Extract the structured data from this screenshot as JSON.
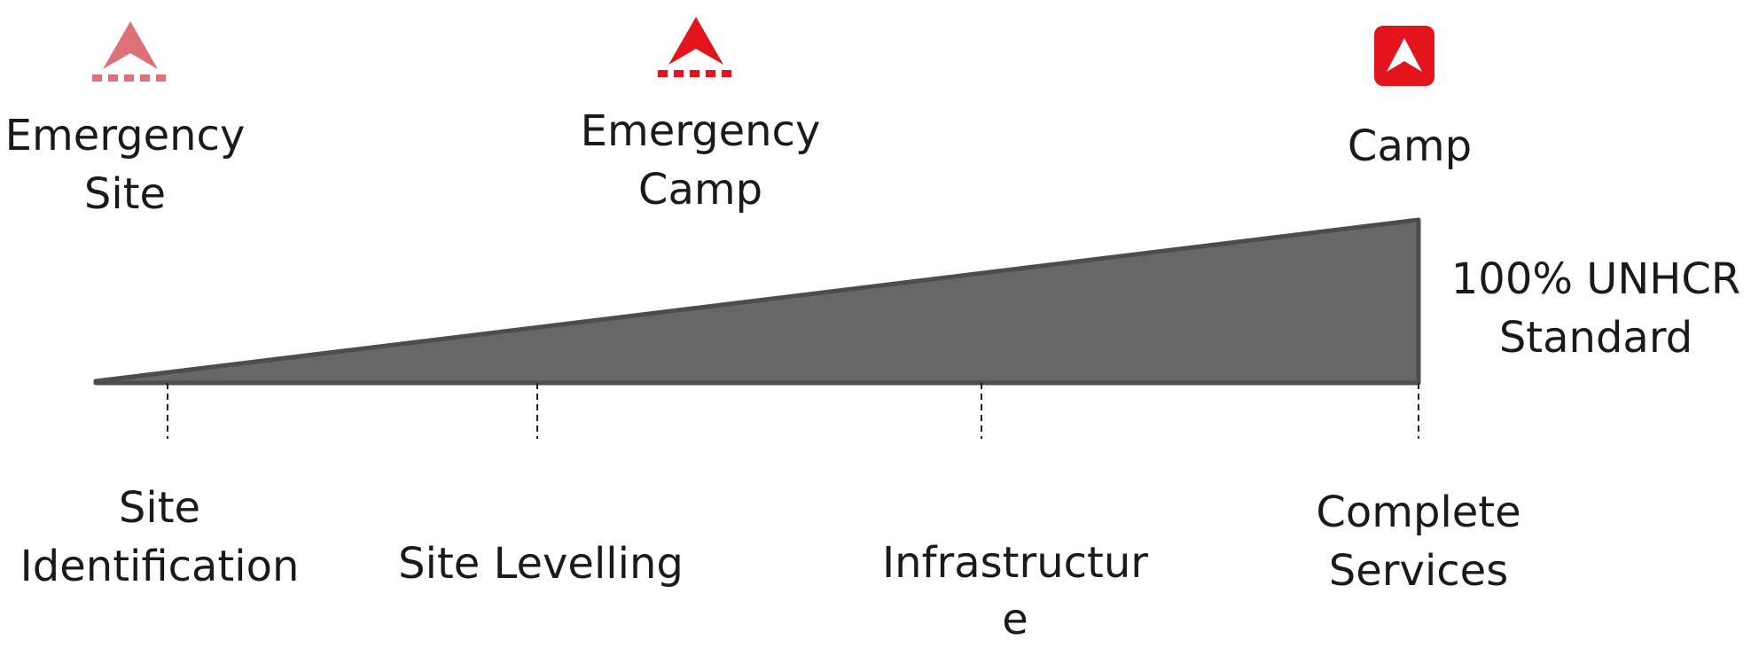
{
  "stages": [
    {
      "icon": "tent-faded-icon",
      "line1": "Emergency",
      "line2": "Site"
    },
    {
      "icon": "tent-red-icon",
      "line1": "Emergency",
      "line2": "Camp"
    },
    {
      "icon": "camp-square-icon",
      "line1": "Camp",
      "line2": ""
    }
  ],
  "standard_label": {
    "line1": "100% UNHCR",
    "line2": "Standard"
  },
  "milestones": [
    {
      "line1": "Site",
      "line2": "Identification"
    },
    {
      "line1": "Site Levelling",
      "line2": ""
    },
    {
      "line1": "Infrastructur",
      "line2": "e"
    },
    {
      "line1": "Complete",
      "line2": "Services"
    }
  ],
  "colors": {
    "wedge_fill": "#676767",
    "wedge_stroke": "#4d4d4d",
    "faded_red": "#de7177",
    "red": "#e3141b"
  }
}
